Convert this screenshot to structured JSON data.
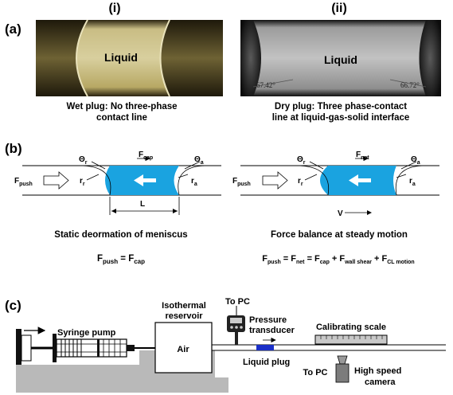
{
  "panel_a": {
    "label": "(a)",
    "col_i": "(i)",
    "col_ii": "(ii)",
    "photo_i": {
      "text": "Liquid",
      "caption_line1": "Wet plug: No three-phase",
      "caption_line2": "contact line"
    },
    "photo_ii": {
      "text": "Liquid",
      "angle_left": "67.42°",
      "angle_right": "66.72°",
      "caption_line1": "Dry plug: Three phase-contact",
      "caption_line2": "line at liquid-gas-solid interface"
    }
  },
  "panel_b": {
    "label": "(b)",
    "left": {
      "fcap": "F",
      "fcap_sub": "cap",
      "theta_r": "Θ",
      "theta_r_sub": "r",
      "theta_a": "Θ",
      "theta_a_sub": "a",
      "r_r": "r",
      "r_r_sub": "r",
      "r_a": "r",
      "r_a_sub": "a",
      "fpush": "F",
      "fpush_sub": "push",
      "length": "L",
      "caption": "Static deormation of meniscus",
      "eq_lhs": "F",
      "eq_lhs_sub": "push",
      "eq_mid": " = F",
      "eq_rhs_sub": "cap"
    },
    "right": {
      "fnet": "F",
      "fnet_sub": "net",
      "theta_r": "Θ",
      "theta_r_sub": "r",
      "theta_a": "Θ",
      "theta_a_sub": "a",
      "r_r": "r",
      "r_r_sub": "r",
      "r_a": "r",
      "r_a_sub": "a",
      "fpush": "F",
      "fpush_sub": "push",
      "velocity": "V",
      "caption": "Force balance at steady motion",
      "eq_1": "F",
      "eq_1_sub": "push",
      "eq_2": " = F",
      "eq_2_sub": "net",
      "eq_3": " = F",
      "eq_3_sub": "cap",
      "eq_4": " + F",
      "eq_4_sub": "wall shear",
      "eq_5": " + F",
      "eq_5_sub": "CL motion"
    }
  },
  "panel_c": {
    "label": "(c)",
    "syringe_pump": "Syringe pump",
    "reservoir_line1": "Isothermal",
    "reservoir_line2": "reservoir",
    "air": "Air",
    "to_pc_1": "To PC",
    "pressure_line1": "Pressure",
    "pressure_line2": "transducer",
    "liquid_plug": "Liquid plug",
    "calibrating_scale": "Calibrating scale",
    "to_pc_2": "To PC",
    "camera_line1": "High speed",
    "camera_line2": "camera"
  },
  "colors": {
    "liquid_blue": "#1aa3e0",
    "photo_gold": "#b9a868",
    "photo_gray": "#a6a6a6",
    "base_gray": "#b8b8b8"
  }
}
